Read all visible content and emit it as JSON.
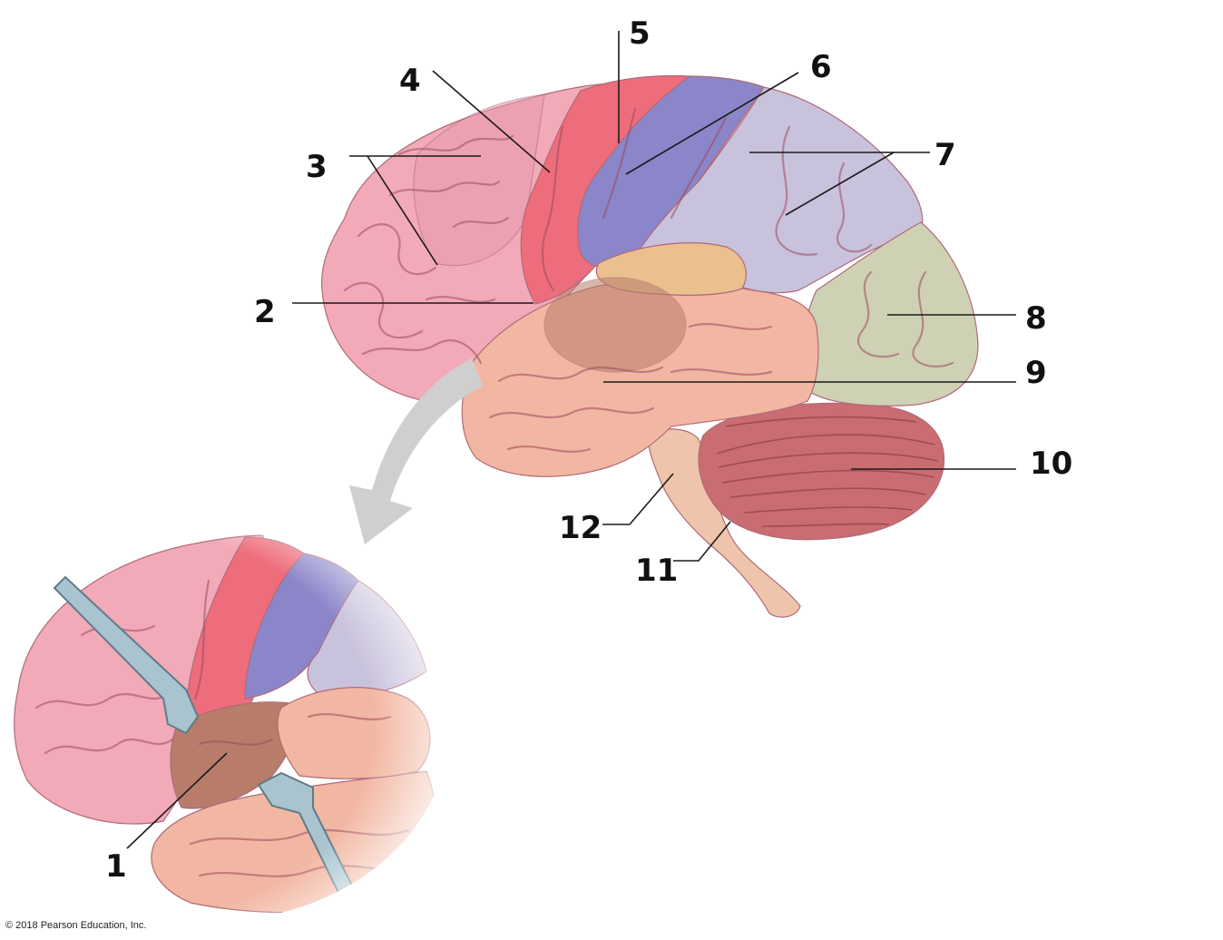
{
  "diagram": {
    "labels": [
      "1",
      "2",
      "3",
      "4",
      "5",
      "6",
      "7",
      "8",
      "9",
      "10",
      "11",
      "12"
    ],
    "copyright": "© 2018 Pearson Education, Inc.",
    "colors": {
      "frontal_lobe": "#f2aab8",
      "prefrontal_highlight": "#e89ab0",
      "primary_motor_cortex": "#ee6d7c",
      "primary_somatosensory_cortex": "#8b86c9",
      "parietal_lobe": "#c9c2dc",
      "occipital_lobe": "#cfd1b4",
      "temporal_lobe": "#f2b7a2",
      "insula_overlay": "#b77d6a",
      "auditory_cortex": "#e9c08e",
      "cerebellum": "#c96d72",
      "brainstem": "#eec4ac",
      "arrow": "#cfcfcf",
      "retractor": "#a9c4cf"
    }
  }
}
